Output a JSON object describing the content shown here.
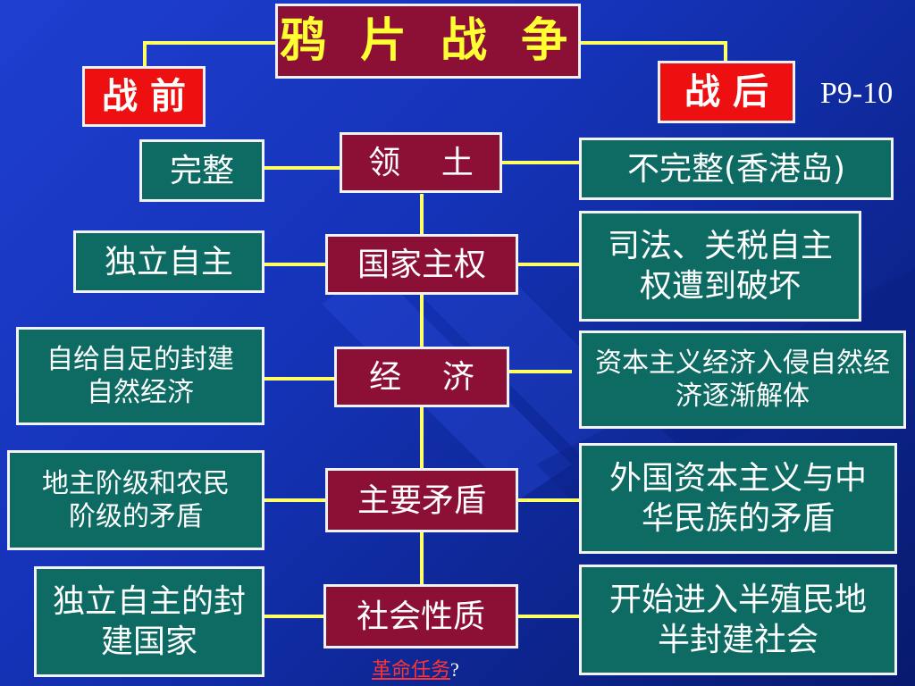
{
  "title": "鸦 片 战 争",
  "before_label": "战 前",
  "after_label": "战  后",
  "page_ref": "P9-10",
  "rows": [
    {
      "aspect": "领    土",
      "before": "完整",
      "after": "不完整(香港岛)"
    },
    {
      "aspect": "国家主权",
      "before": "独立自主",
      "after": "司法、关税自主权遭到破坏"
    },
    {
      "aspect": "经    济",
      "before": "自给自足的封建自然经济",
      "after": "资本主义经济入侵自然经济逐渐解体"
    },
    {
      "aspect": "主要矛盾",
      "before": "地主阶级和农民阶级的矛盾",
      "after": "外国资本主义与中华民族的矛盾"
    },
    {
      "aspect": "社会性质",
      "before": "独立自主的封建国家",
      "after": "开始进入半殖民地半封建社会"
    }
  ],
  "footer": {
    "link_text": "革命任务",
    "suffix": "?"
  },
  "colors": {
    "background": "#1533b8",
    "teal_box": "#0d6b63",
    "maroon_box": "#8c0f36",
    "red_box": "#ee1010",
    "title_text": "#ffff33",
    "connector": "#ffff66"
  }
}
